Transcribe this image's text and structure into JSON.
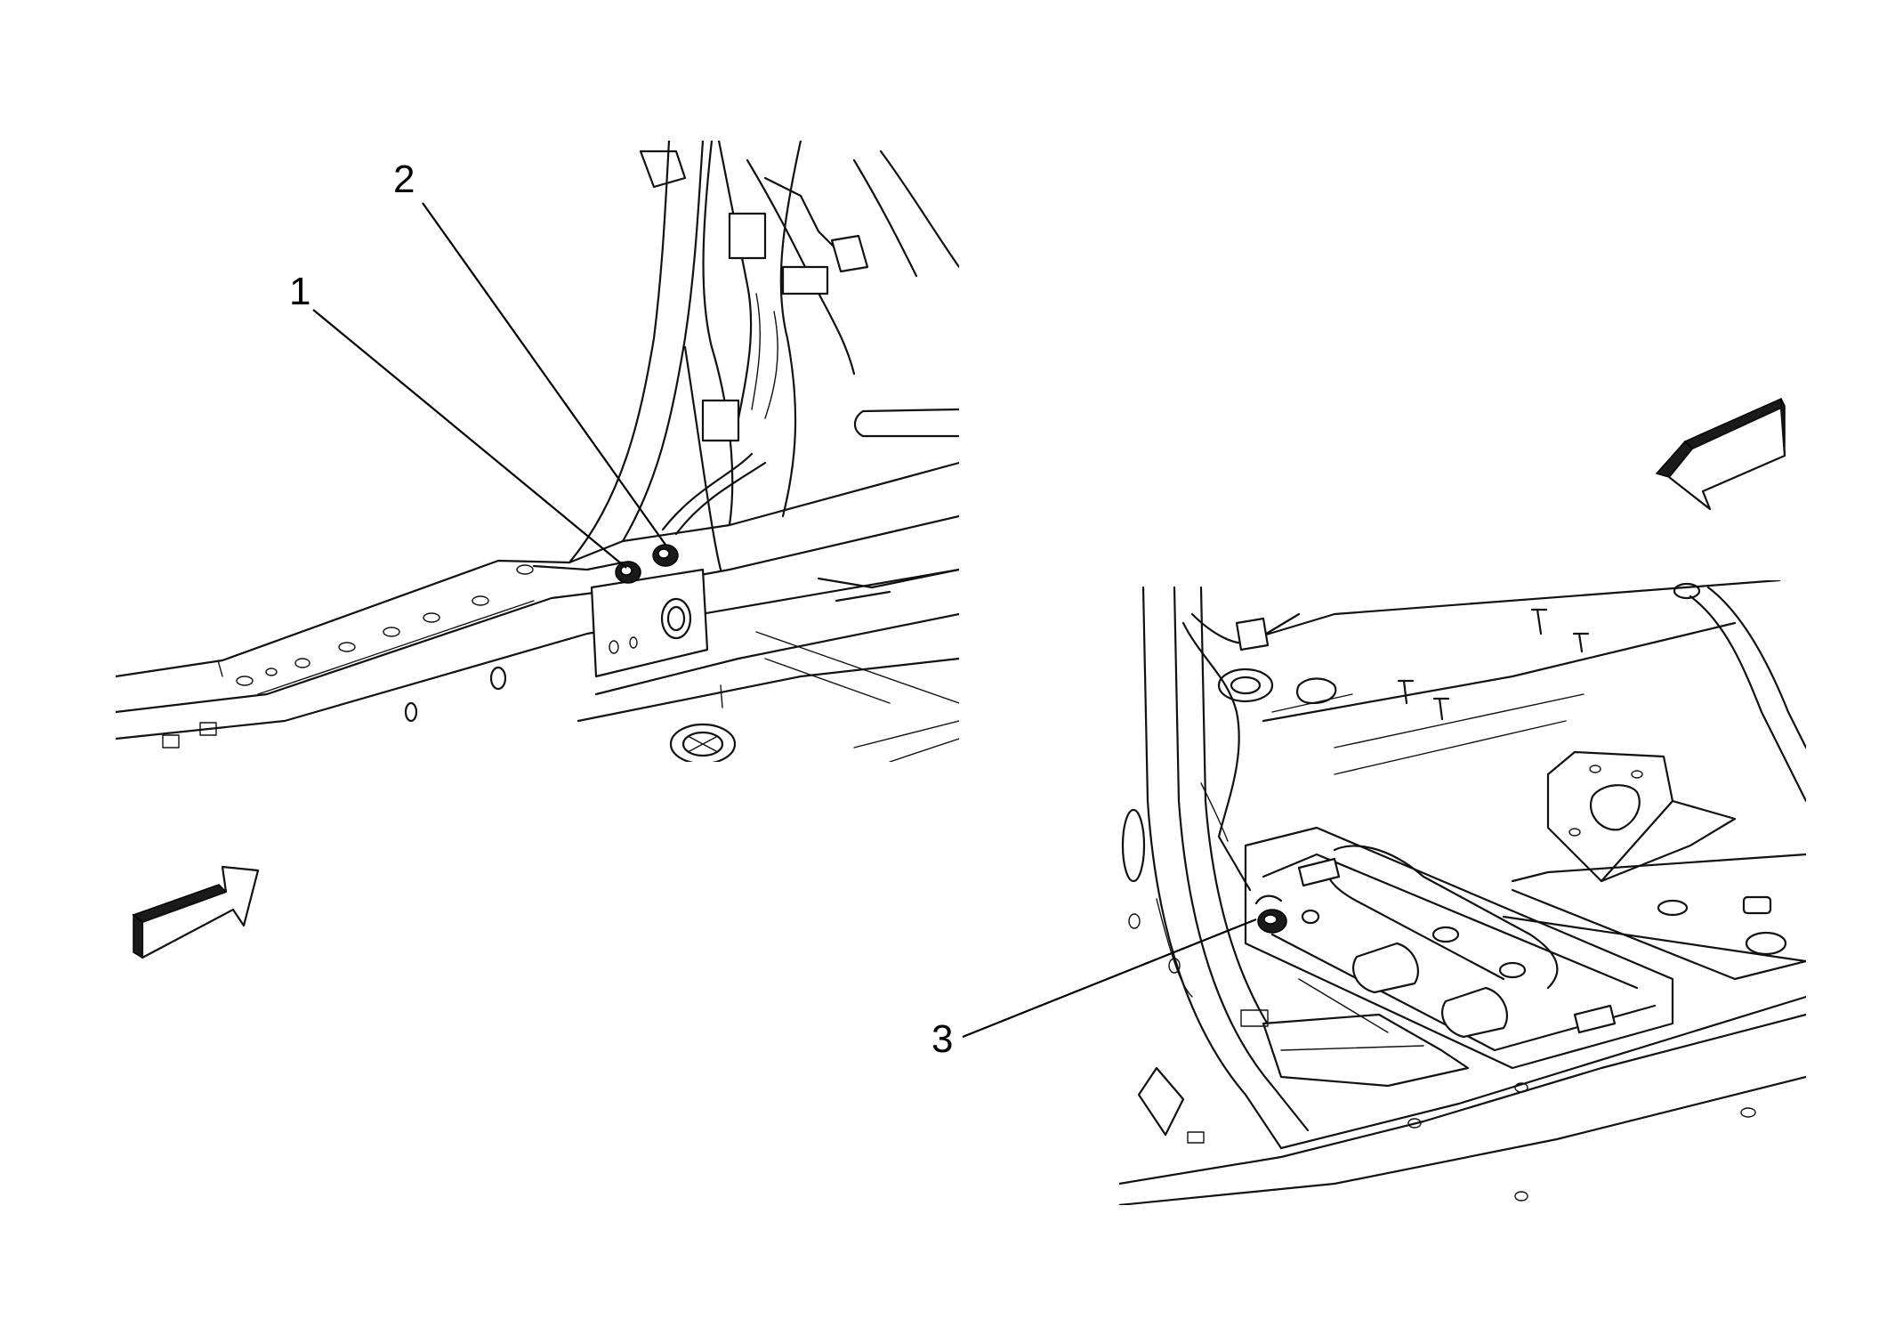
{
  "callouts": [
    {
      "id": "1",
      "label": "1"
    },
    {
      "id": "2",
      "label": "2"
    },
    {
      "id": "3",
      "label": "3"
    }
  ],
  "icons": {
    "left_view_arrow": "direction-arrow-icon",
    "right_view_arrow": "direction-arrow-icon"
  },
  "colors": {
    "line": "#111111",
    "background": "#ffffff",
    "arrow_shadow": "#1a1a1a"
  }
}
